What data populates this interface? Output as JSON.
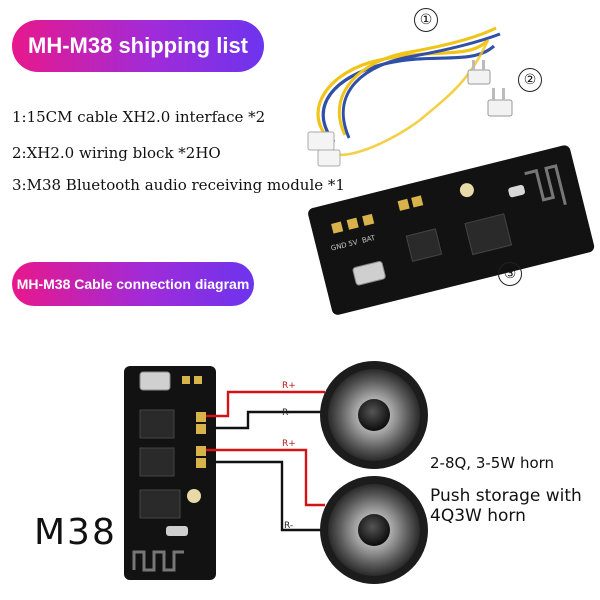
{
  "header": {
    "shipping_title": "MH-M38 shipping list",
    "diagram_title": "MH-M38 Cable connection diagram"
  },
  "shipping_list": [
    "1:15CM cable XH2.0 interface *2",
    "2:XH2.0 wiring block *2HO",
    "3:M38 Bluetooth audio receiving module *1"
  ],
  "callouts": [
    "①",
    "②",
    "③"
  ],
  "board_labels": [
    "GND",
    "5V",
    "BAT"
  ],
  "wiring": {
    "board_name": "M38",
    "wire_labels": [
      "R+",
      "R-",
      "R+",
      "R-"
    ],
    "spec_line1": "2-8Q, 3-5W horn",
    "spec_line2": "Push storage with 4Q3W horn"
  },
  "colors": {
    "pill_start": "#e8188c",
    "pill_end": "#6d34ee",
    "wire_red": "#d31414",
    "wire_black": "#111111",
    "wire_yellow": "#f0c419",
    "wire_blue": "#2f4fa8",
    "pcb": "#121212"
  }
}
